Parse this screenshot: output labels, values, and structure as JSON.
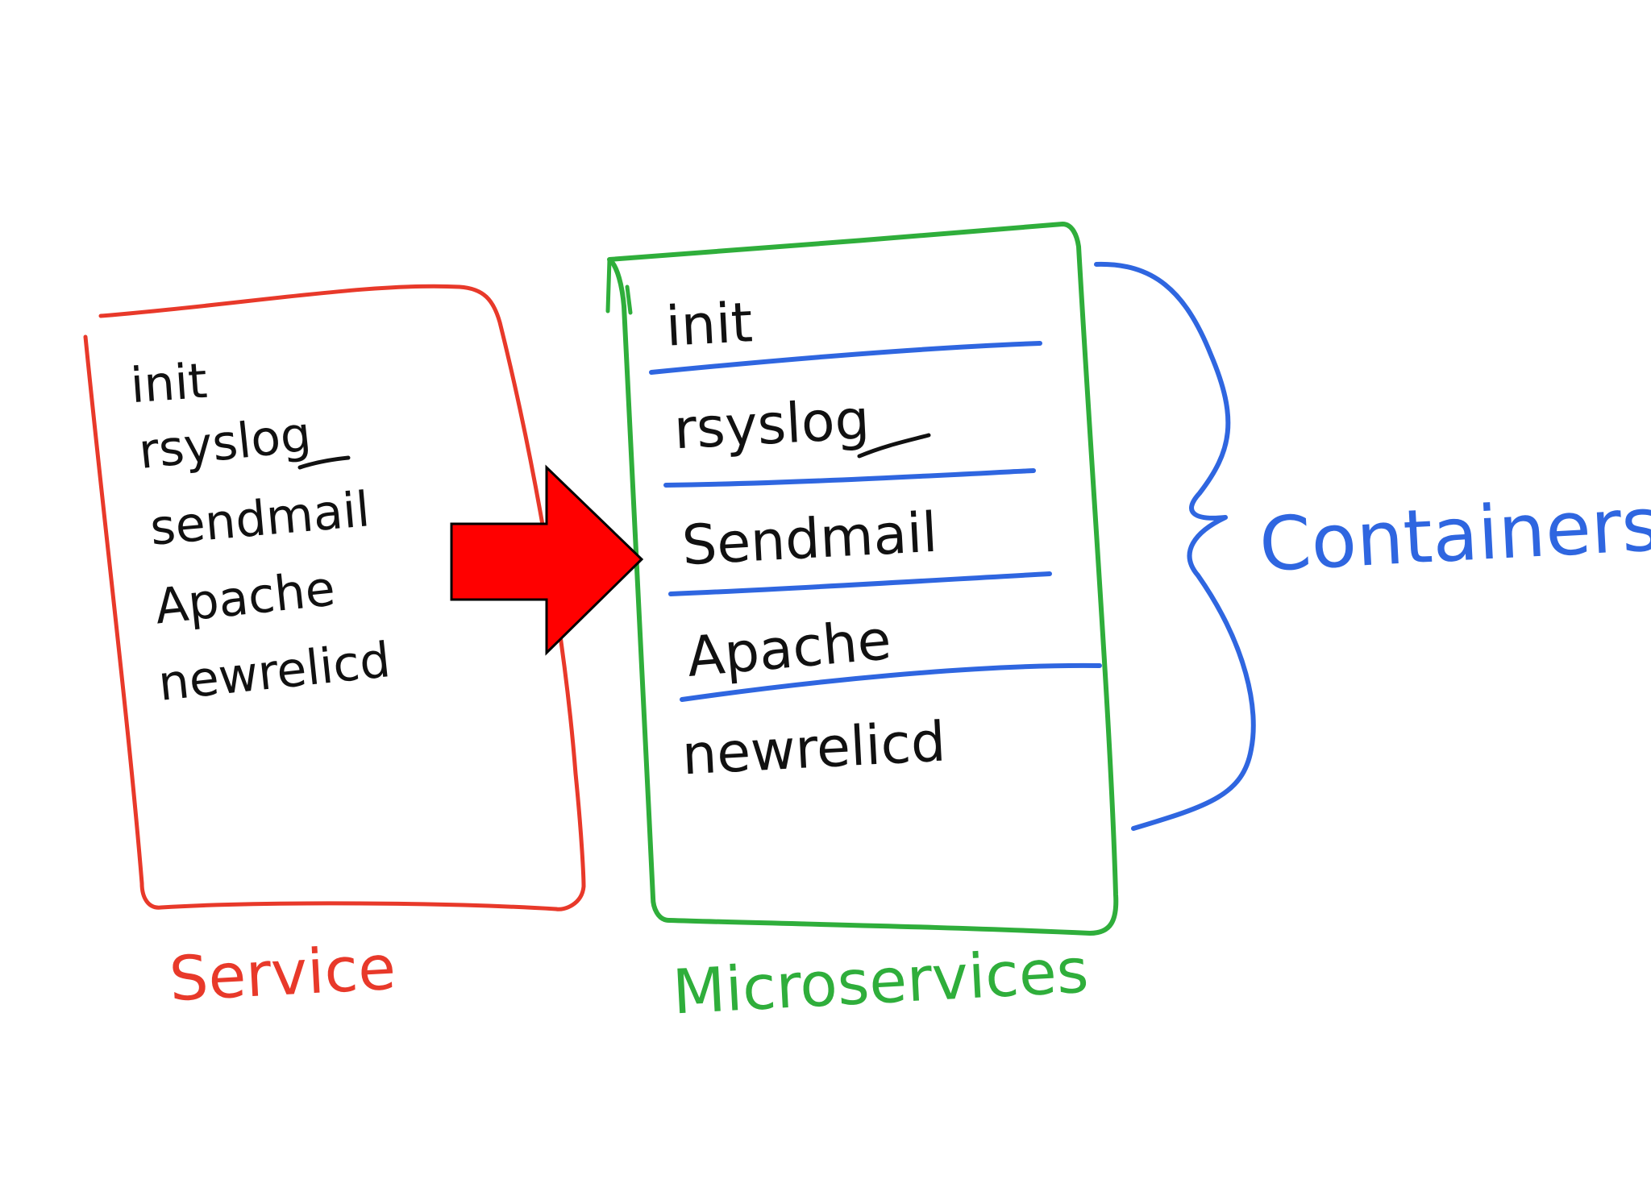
{
  "colors": {
    "service": "#e8392a",
    "microservices": "#2fae3b",
    "containers": "#2f66e0",
    "arrow_fill": "#ff0000",
    "arrow_stroke": "#000000",
    "text": "#111111"
  },
  "service": {
    "items": [
      "init",
      "rsyslog",
      "sendmail",
      "Apache",
      "newrelicd"
    ],
    "label": "Service"
  },
  "microservices": {
    "items": [
      "init",
      "rsyslog",
      "Sendmail",
      "Apache",
      "newrelicd"
    ],
    "label": "Microservices"
  },
  "containers": {
    "label": "Containers"
  },
  "arrow": {
    "icon": "right-arrow-icon"
  }
}
